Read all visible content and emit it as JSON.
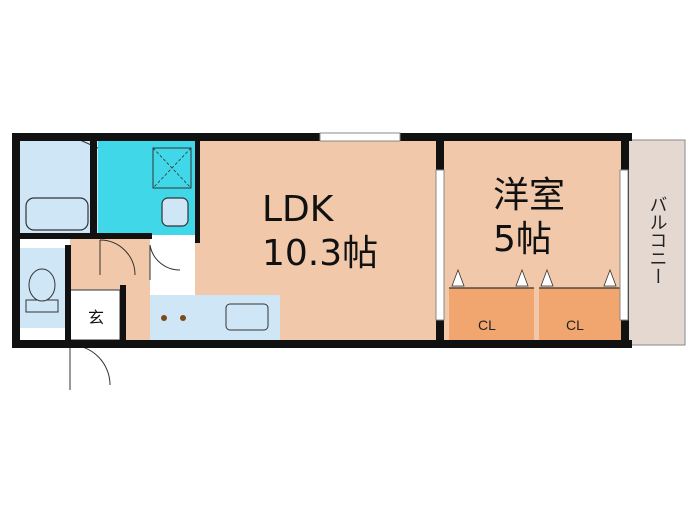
{
  "rooms": {
    "ldk": {
      "name": "LDK",
      "size": "10.3帖"
    },
    "western": {
      "name": "洋室",
      "size": "5帖"
    },
    "balcony": {
      "name": "バルコニー"
    },
    "entrance": {
      "name": "玄"
    },
    "closet_left": {
      "name": "CL"
    },
    "closet_right": {
      "name": "CL"
    }
  },
  "colors": {
    "wall": "#111111",
    "floor_wood": "#f1c9aa",
    "wet_area": "#cfe6f7",
    "toilet_room": "#40d8e8",
    "closet": "#f0a66e",
    "balcony": "#e4d8d1",
    "hall": "#f1c9aa",
    "entrance": "#ffffff"
  }
}
